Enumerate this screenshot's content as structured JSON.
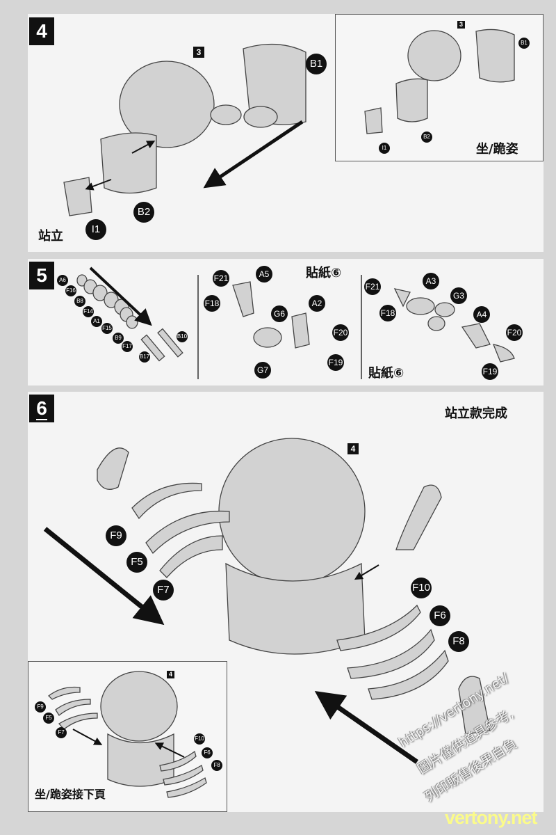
{
  "step4": {
    "number": "4",
    "caption": "站立",
    "box_ref": "3",
    "labels": [
      "B1",
      "B2",
      "I1"
    ],
    "inset": {
      "caption": "坐/跪姿",
      "box_ref": "3",
      "labels": [
        "B1",
        "B2",
        "I1"
      ]
    }
  },
  "step5": {
    "number": "5",
    "left_labels": [
      "A6",
      "F16",
      "B8",
      "F14",
      "A1",
      "F15",
      "B9",
      "F17",
      "B17",
      "B10"
    ],
    "middle_labels": [
      "F21",
      "A5",
      "F18",
      "A2",
      "G6",
      "F20",
      "G7",
      "F19"
    ],
    "middle_sticker": "貼紙⑥",
    "right_labels": [
      "F21",
      "A3",
      "F18",
      "G3",
      "A4",
      "F20",
      "F19"
    ],
    "right_sticker": "貼紙⑥"
  },
  "step6": {
    "number": "6",
    "caption": "站立款完成",
    "box_ref": "4",
    "labels": [
      "F9",
      "F5",
      "F7",
      "F10",
      "F6",
      "F8"
    ],
    "inset": {
      "caption": "坐/跪姿接下頁",
      "box_ref": "4",
      "labels": [
        "F9",
        "F5",
        "F7",
        "F10",
        "F6",
        "F8"
      ]
    }
  },
  "watermark": {
    "line1": "https://vertony.net/",
    "line2": "圖片僅供道具參考,",
    "line3": "列印販售後果自負",
    "logo": "vertony.net"
  }
}
